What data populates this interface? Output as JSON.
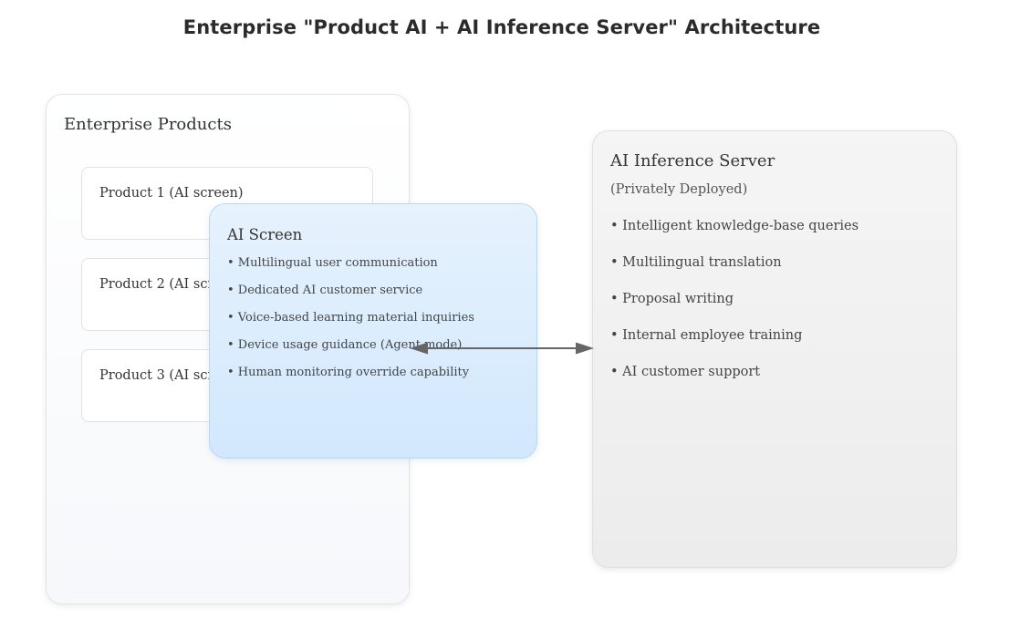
{
  "title": "Enterprise \"Product AI + AI Inference Server\" Architecture",
  "enterprise": {
    "title": "Enterprise Products",
    "products": [
      "Product 1 (AI screen)",
      "Product 2 (AI screen)",
      "Product 3 (AI screen)"
    ]
  },
  "ai_screen": {
    "title": "AI Screen",
    "items": [
      "• Multilingual user communication",
      "• Dedicated AI customer service",
      "• Voice-based learning material inquiries",
      "• Device usage guidance (Agent mode)",
      "• Human monitoring override capability"
    ]
  },
  "server": {
    "title": "AI Inference Server",
    "subtitle": "(Privately Deployed)",
    "items": [
      "• Intelligent knowledge-base queries",
      "• Multilingual translation",
      "• Proposal writing",
      "• Internal employee training",
      "• AI customer support"
    ]
  },
  "colors": {
    "ai_screen_bg": "#d2e8fd",
    "ai_screen_border": "#b9d7f5",
    "server_bg": "#ececec",
    "arrow": "#666666"
  }
}
